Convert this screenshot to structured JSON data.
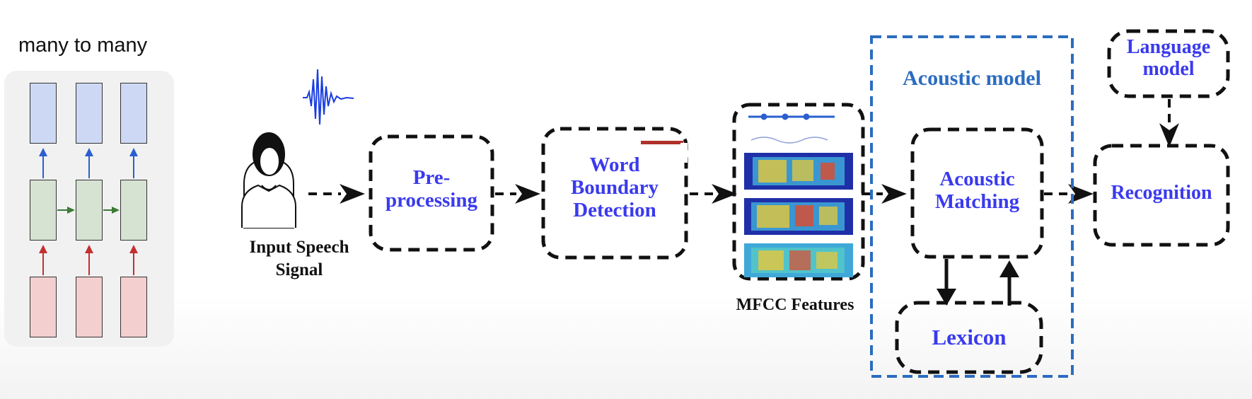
{
  "rnn": {
    "title": "many to many"
  },
  "diagram": {
    "input_caption_line1": "Input Speech",
    "input_caption_line2": "Signal",
    "preprocessing_line1": "Pre-",
    "preprocessing_line2": "processing",
    "wbd_line1": "Word",
    "wbd_line2": "Boundary",
    "wbd_line3": "Detection",
    "mfcc_caption": "MFCC Features",
    "acoustic_model_title": "Acoustic model",
    "acoustic_matching_line1": "Acoustic",
    "acoustic_matching_line2": "Matching",
    "lexicon": "Lexicon",
    "language_model_line1": "Language",
    "language_model_line2": "model",
    "recognition": "Recognition"
  },
  "colors": {
    "label_blue": "#3a3aee",
    "acoustic_model_border": "#2b6cc0",
    "dashed_black": "#111111",
    "rnn_output": "#cdd9f4",
    "rnn_hidden": "#d6e3d3",
    "rnn_input": "#f3cfcf"
  }
}
